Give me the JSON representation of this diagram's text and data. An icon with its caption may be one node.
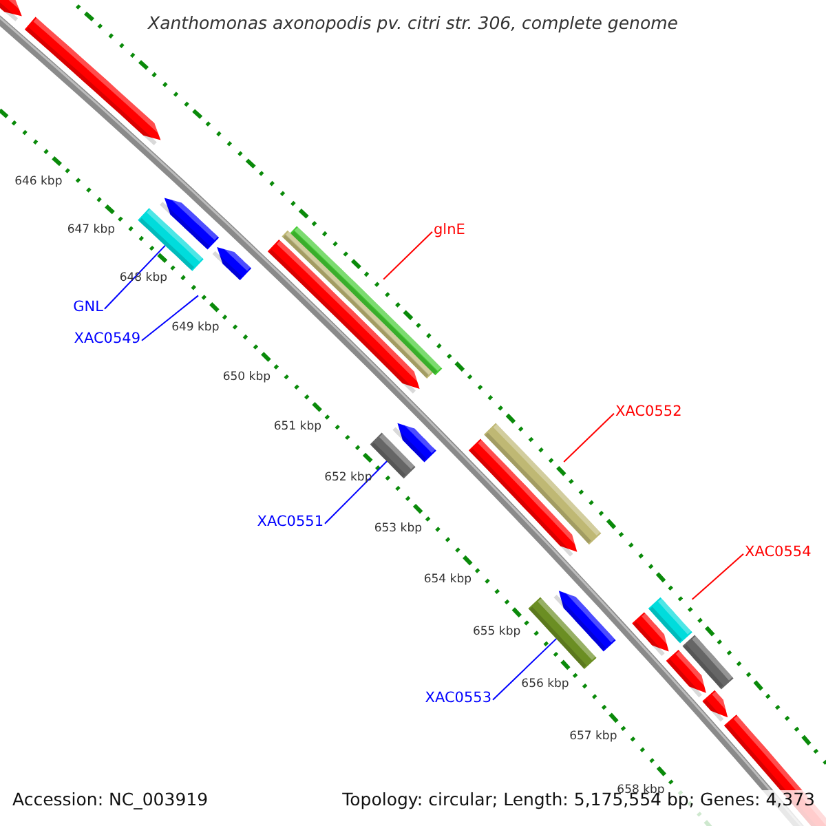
{
  "diagram": {
    "title": "Xanthomonas axonopodis pv. citri str. 306, complete genome",
    "nodes": [
      {
        "text": [
          "GNL"
        ]
      },
      {
        "text": [
          "XAC0549"
        ]
      },
      {
        "text": [
          "XAC0551"
        ]
      },
      {
        "text": [
          "XAC0553"
        ]
      },
      {
        "text": [
          "glnE"
        ]
      },
      {
        "text": [
          "XAC0552"
        ]
      },
      {
        "text": [
          "XAC0554"
        ]
      },
      {
        "text": [],
        "shape": "bar"
      },
      {
        "text": [],
        "shape": "bar"
      },
      {
        "text": [],
        "shape": "bar"
      },
      {
        "text": [],
        "shape": "bar"
      },
      {
        "text": [],
        "shape": "bar"
      },
      {
        "text": [],
        "shape": "bar"
      },
      {
        "text": [],
        "shape": "bar"
      },
      {
        "text": [],
        "shape": "bar"
      },
      {
        "text": [],
        "shape": "bar"
      },
      {
        "text": [],
        "shape": "bar"
      },
      {
        "text": [],
        "shape": "bar"
      },
      {
        "text": [],
        "shape": "bar"
      },
      {
        "text": [],
        "shape": "bar"
      },
      {
        "text": [],
        "shape": "bar"
      },
      {
        "text": [],
        "shape": "bar"
      },
      {
        "text": [],
        "shape": "bar"
      },
      {
        "text": [],
        "shape": "bar"
      },
      {
        "text": [],
        "shape": "bar"
      },
      {
        "text": [],
        "shape": "bar"
      },
      {
        "text": [],
        "shape": "bar"
      }
    ],
    "edges": [
      {
        "from": 0,
        "to": 9,
        "arrow": "none"
      },
      {
        "from": 1,
        "to": 11,
        "arrow": "none"
      },
      {
        "from": 2,
        "to": 15,
        "arrow": "none"
      },
      {
        "from": 3,
        "to": 19,
        "arrow": "none"
      },
      {
        "from": 4,
        "to": 12,
        "arrow": "none",
        "color": "#ff0000"
      },
      {
        "from": 5,
        "to": 18,
        "arrow": "none",
        "color": "#ff0000"
      },
      {
        "from": 6,
        "to": 21,
        "arrow": "none",
        "color": "#ff0000"
      }
    ],
    "labels": [
      "646 kbp",
      "647 kbp",
      "648 kbp",
      "649 kbp",
      "650 kbp",
      "651 kbp",
      "652 kbp",
      "653 kbp",
      "654 kbp",
      "655 kbp",
      "656 kbp",
      "657 kbp",
      "658 kbp",
      "Accession: NC_003919",
      "Topology: circular; Length: 5,175,554 bp; Genes: 4,373"
    ]
  }
}
